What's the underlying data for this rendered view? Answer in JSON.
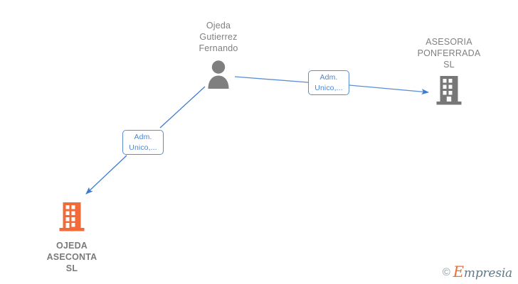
{
  "diagram": {
    "type": "corporate-relationship-graph",
    "background_color": "#ffffff",
    "nodes": [
      {
        "id": "person",
        "kind": "person",
        "icon": "person-icon",
        "label": "Ojeda\nGutierrez\nFernando",
        "label_position": "above",
        "color": "#7f7f7f",
        "bold": false
      },
      {
        "id": "asesoria",
        "kind": "company",
        "icon": "building-icon",
        "label": "ASESORIA\nPONFERRADA\nSL",
        "label_position": "above",
        "color": "#7f7f7f",
        "bold": false
      },
      {
        "id": "ojeda",
        "kind": "company",
        "icon": "building-icon",
        "label": "OJEDA\nASECONTA\nSL",
        "label_position": "below",
        "color": "#7a7a7a",
        "bold": true
      }
    ],
    "edges": [
      {
        "id": "edge-asesoria",
        "from": "person",
        "to": "asesoria",
        "label": "Adm.\nUnico,...",
        "color": "#4a86d6",
        "arrow": true
      },
      {
        "id": "edge-ojeda",
        "from": "person",
        "to": "ojeda",
        "label": "Adm.\nUnico,...",
        "color": "#4a86d6",
        "arrow": true
      }
    ]
  },
  "colors": {
    "edge_blue": "#4a86d6",
    "company_orange": "#f26a37",
    "company_gray": "#7f7f7f",
    "text_gray": "#808080"
  },
  "watermark": {
    "copyright": "©",
    "brand_first": "E",
    "brand_rest": "mpresia"
  }
}
